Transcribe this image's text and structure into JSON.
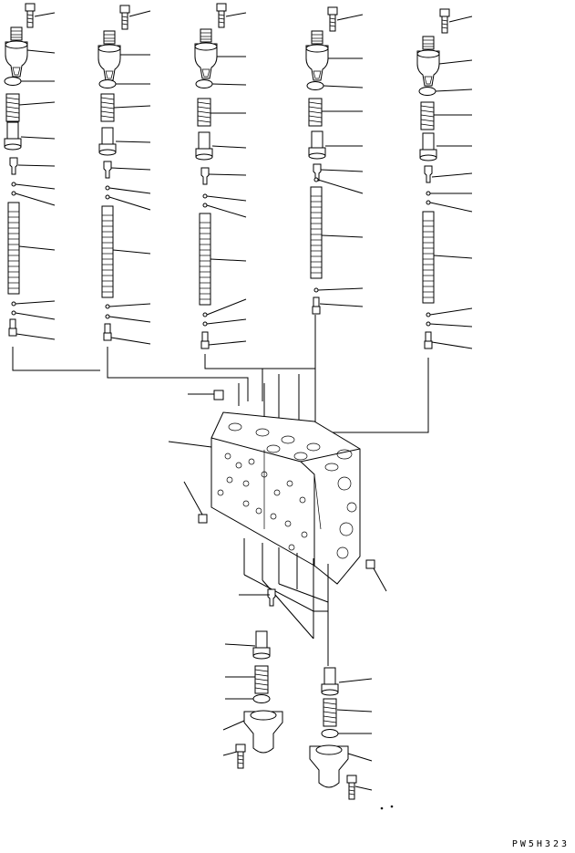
{
  "drawing_code": "PW5H323",
  "icons": [
    "exploded-parts-diagram",
    "control-valve-assembly",
    "spool-assembly",
    "relief-valve-assembly"
  ],
  "colors": {
    "ink": "#000000",
    "paper": "#ffffff"
  }
}
